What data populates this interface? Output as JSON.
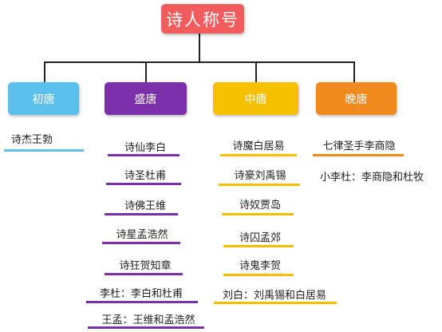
{
  "root": {
    "label": "诗人称号",
    "color": "#f25c5c"
  },
  "eras": [
    {
      "label": "初唐",
      "color": "#5bc0eb",
      "items": [
        "诗杰王勃"
      ]
    },
    {
      "label": "盛唐",
      "color": "#7b2fa8",
      "items": [
        "诗仙李白",
        "诗圣杜甫",
        "诗佛王维",
        "诗星孟浩然",
        "诗狂贺知章",
        "李杜：李白和杜甫",
        "王孟：王维和孟浩然"
      ]
    },
    {
      "label": "中唐",
      "color": "#f6c000",
      "items": [
        "诗魔白居易",
        "诗豪刘禹锡",
        "诗奴贾岛",
        "诗囚孟郊",
        "诗鬼李贺",
        "刘白：刘禹锡和白居易"
      ]
    },
    {
      "label": "晚唐",
      "color": "#f08a1c",
      "items": [
        "七律圣手李商隐",
        "小李杜：李商隐和杜牧"
      ]
    }
  ]
}
